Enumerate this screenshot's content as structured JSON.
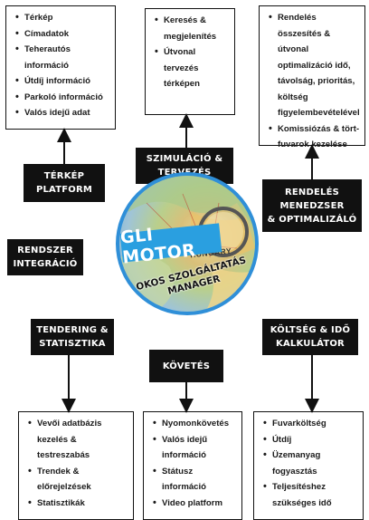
{
  "center": {
    "title": "GLI MOTOR",
    "subtitle": "OKOS SZOLGÁLTATÁS\nMANAGER",
    "map_label": "HUNGARY",
    "colors": {
      "banner": "#2a9fe0",
      "ring": "#2f8fd8"
    }
  },
  "nodes": {
    "terkep": {
      "label": "TÉRKÉP\nPLATFORM",
      "items": [
        "Térkép",
        "Címadatok",
        "Teherautós információ",
        "Útdíj információ",
        "Parkoló információ",
        "Valós idejű adat"
      ]
    },
    "szimulacio": {
      "label": "SZIMULÁCIÓ &\nTERVEZÉS",
      "items": [
        "Keresés & megjelenítés",
        "Útvonal tervezés térképen"
      ]
    },
    "rendeles": {
      "label": "RENDELÉS\nMENEDZSER\n& OPTIMALIZÁLÓ",
      "items": [
        "Rendelés összesítés & útvonal optimalizáció idő, távolság, prioritás, költség figyelembevételével",
        "Komissiózás & tört-fuvarok kezelése"
      ]
    },
    "rendszer": {
      "label": "RENDSZER\nINTEGRÁCIÓ"
    },
    "tendering": {
      "label": "TENDERING &\nSTATISZTIKA",
      "items": [
        "Vevői adatbázis kezelés & testreszabás",
        "Trendek & előrejelzések",
        "Statisztikák"
      ]
    },
    "kovetes": {
      "label": "KÖVETÉS",
      "items": [
        "Nyomonkövetés",
        "Valós idejű információ",
        "Státusz információ",
        "Video platform"
      ]
    },
    "koltseg": {
      "label": "KÖLTSÉG & IDŐ\nKALKULÁTOR",
      "items": [
        "Fuvarköltség",
        "Útdíj",
        "Üzemanyag fogyasztás",
        "Teljesítéshez szükséges idő"
      ]
    }
  }
}
